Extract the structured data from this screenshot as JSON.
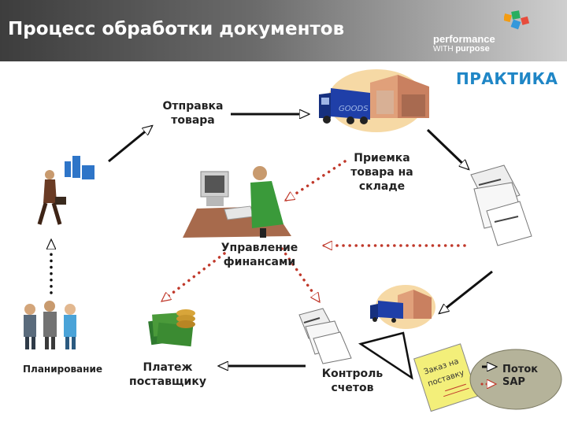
{
  "header": {
    "title": "Процесс обработки документов",
    "logo_line1": "performance",
    "logo_line2_a": "WITH",
    "logo_line2_b": "purpose",
    "background": "#555555"
  },
  "badge": {
    "text": "ПРАКТИКА",
    "color": "#1f86c6"
  },
  "nodes": {
    "shipping": "Отправка товара",
    "receiving": "Приемка товара на складе",
    "finance": "Управление финансами",
    "planning": "Планирование",
    "payment": "Платеж поставщику",
    "invoice_control": "Контроль счетов"
  },
  "legend": {
    "label": "Поток SAP"
  },
  "document": {
    "line1": "Заказ на",
    "line2": "поставку"
  },
  "truck_logo": "GOODS",
  "colors": {
    "accent": "#1f86c6",
    "dotted": "#c0392b",
    "arrow": "#111111",
    "legend_fill": "#b5b39a"
  }
}
